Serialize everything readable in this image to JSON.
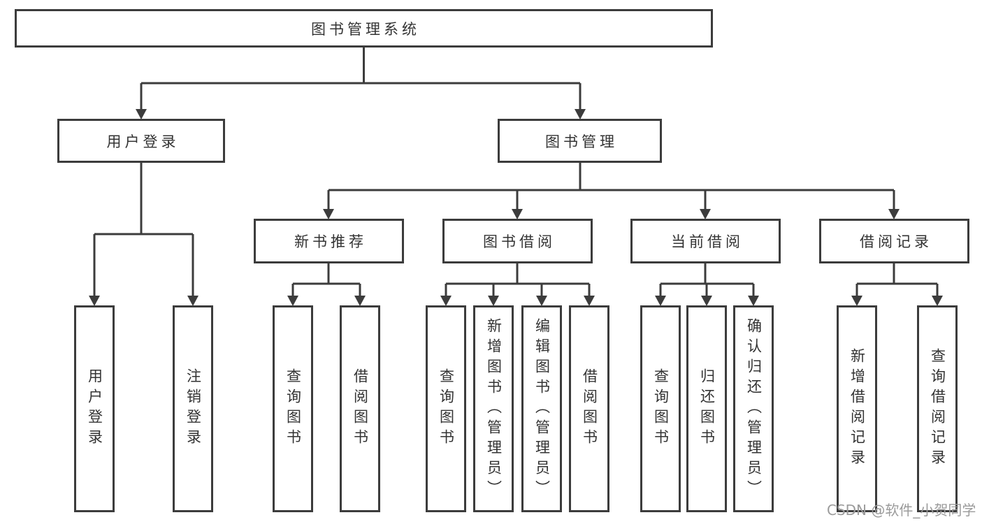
{
  "colors": {
    "line": "#3c3c3c",
    "text": "#333333",
    "watermark": "#9b9b9b",
    "background": "#ffffff"
  },
  "root": {
    "label": "图书管理系统"
  },
  "branches": [
    {
      "label": "用户登录",
      "children": [
        {
          "label": "用户登录"
        },
        {
          "label": "注销登录"
        }
      ]
    },
    {
      "label": "图书管理",
      "children": [
        {
          "label": "新书推荐",
          "children": [
            {
              "label": "查询图书"
            },
            {
              "label": "借阅图书"
            }
          ]
        },
        {
          "label": "图书借阅",
          "children": [
            {
              "label": "查询图书"
            },
            {
              "label": "新增图书（管理员）"
            },
            {
              "label": "编辑图书（管理员）"
            },
            {
              "label": "借阅图书"
            }
          ]
        },
        {
          "label": "当前借阅",
          "children": [
            {
              "label": "查询图书"
            },
            {
              "label": "归还图书"
            },
            {
              "label": "确认归还（管理员）"
            }
          ]
        },
        {
          "label": "借阅记录",
          "children": [
            {
              "label": "新增借阅记录"
            },
            {
              "label": "查询借阅记录"
            }
          ]
        }
      ]
    }
  ],
  "watermark": {
    "text": "CSDN @软件_小贺同学"
  }
}
